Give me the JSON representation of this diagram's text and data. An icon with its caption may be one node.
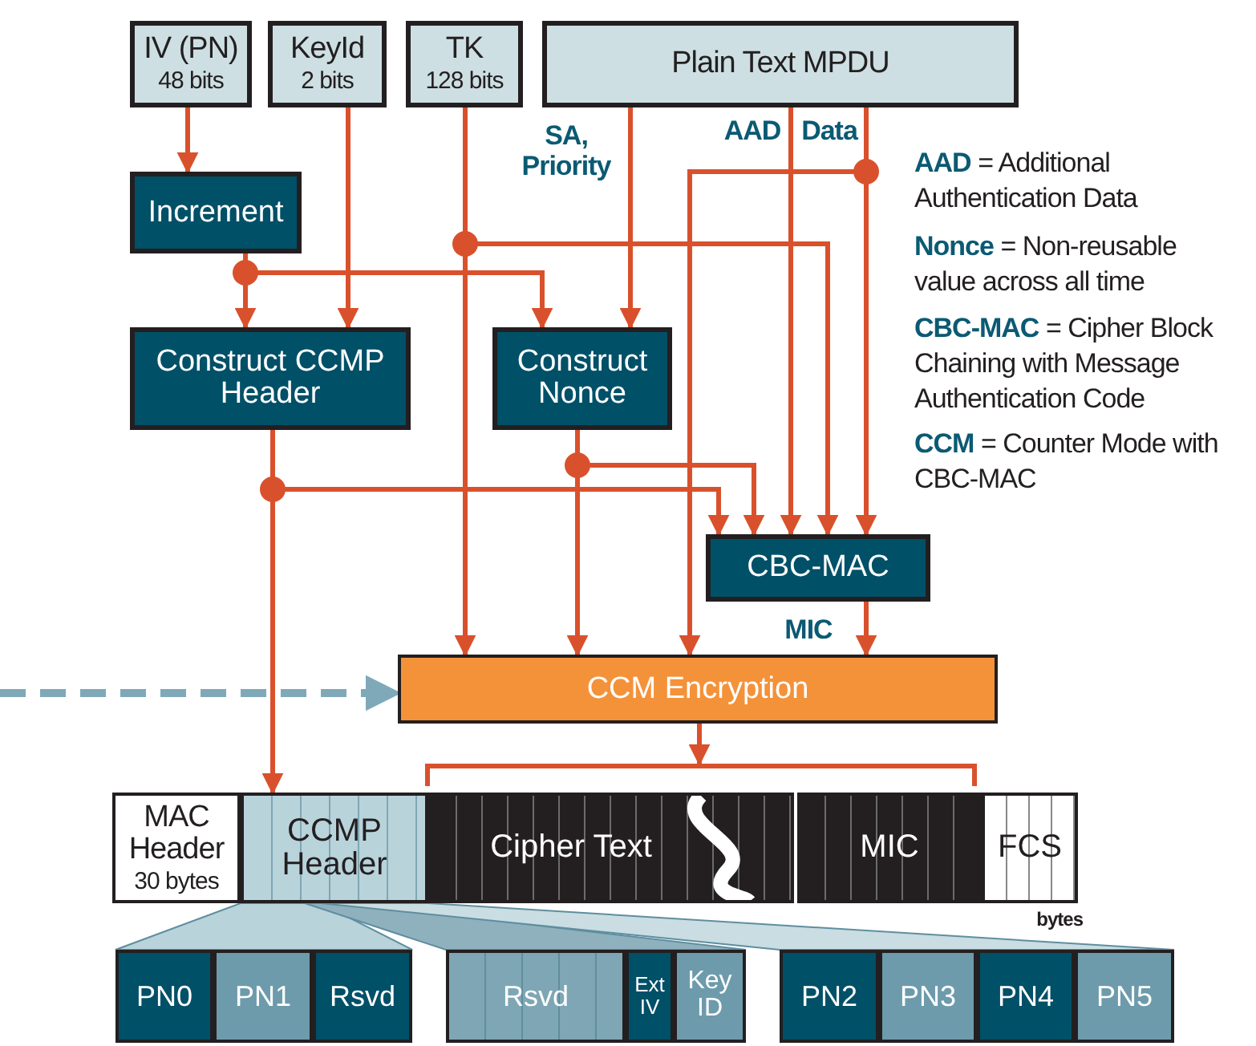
{
  "diagram": {
    "nodes": [
      {
        "text": [
          "IV (PN)",
          "48 bits"
        ]
      },
      {
        "text": [
          "KeyId",
          "2 bits"
        ]
      },
      {
        "text": [
          "TK",
          "128 bits"
        ]
      },
      {
        "text": [
          "Plain Text MPDU"
        ]
      },
      {
        "text": [
          "Increment"
        ]
      },
      {
        "text": [
          "Construct CCMP Header"
        ]
      },
      {
        "text": [
          "Construct Nonce"
        ]
      },
      {
        "text": [
          "CBC-MAC"
        ]
      },
      {
        "text": [
          "CCM Encryption"
        ]
      },
      {
        "text": [],
        "shape": "bracket"
      },
      {
        "text": [
          "MAC Header",
          "30 bytes"
        ]
      },
      {
        "text": [
          "CCMP Header"
        ]
      },
      {
        "text": [
          "Cipher Text"
        ]
      },
      {
        "text": [
          "MIC"
        ]
      },
      {
        "text": [
          "FCS"
        ]
      },
      {
        "text": [
          "PN0"
        ]
      },
      {
        "text": [
          "PN1"
        ]
      },
      {
        "text": [
          "Rsvd"
        ]
      },
      {
        "text": [
          "Rsvd"
        ]
      },
      {
        "text": [
          "Ext IV"
        ]
      },
      {
        "text": [
          "Key ID"
        ]
      },
      {
        "text": [
          "PN2"
        ]
      },
      {
        "text": [
          "PN3"
        ]
      },
      {
        "text": [
          "PN4"
        ]
      },
      {
        "text": [
          "PN5"
        ]
      }
    ],
    "edges": [
      {
        "from": 0,
        "to": 4,
        "arrow": "to"
      },
      {
        "from": 4,
        "to": 5,
        "arrow": "to"
      },
      {
        "from": 4,
        "to": 6,
        "arrow": "to"
      },
      {
        "from": 1,
        "to": 5,
        "arrow": "to"
      },
      {
        "from": 2,
        "to": 8,
        "arrow": "to"
      },
      {
        "from": 2,
        "to": 7,
        "arrow": "to"
      },
      {
        "from": 3,
        "to": 6,
        "arrow": "to",
        "label": "SA, Priority"
      },
      {
        "from": 3,
        "to": 7,
        "arrow": "to",
        "label": "AAD"
      },
      {
        "from": 3,
        "to": 7,
        "arrow": "to",
        "label": "Data"
      },
      {
        "from": 3,
        "to": 8,
        "arrow": "to"
      },
      {
        "from": 5,
        "to": 7,
        "arrow": "to"
      },
      {
        "from": 5,
        "to": 11,
        "arrow": "to"
      },
      {
        "from": 6,
        "to": 7,
        "arrow": "to"
      },
      {
        "from": 6,
        "to": 8,
        "arrow": "to"
      },
      {
        "from": 7,
        "to": 8,
        "arrow": "to",
        "label": "MIC"
      },
      {
        "from": null,
        "to": 8,
        "arrow": "to",
        "style": "dashed",
        "color": "#7fa9b8"
      },
      {
        "from": 8,
        "to": 9,
        "arrow": "to"
      }
    ],
    "labels": [
      "**AAD** = Additional Authentication Data",
      "**Nonce** = Non-reusable value across all time",
      "**CBC-MAC** = Cipher Block Chaining with Message Authentication Code",
      "**CCM** = Counter Mode with CBC-MAC",
      "bytes"
    ]
  }
}
